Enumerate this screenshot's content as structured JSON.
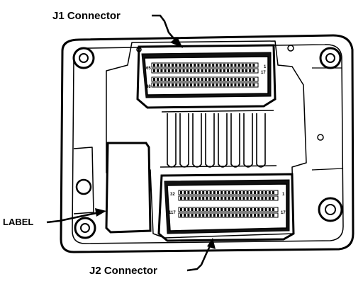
{
  "labels": {
    "j1": "J1 Connector",
    "j2": "J2 Connector",
    "label": "LABEL"
  },
  "pin_marks": {
    "j1_upper_left": "65",
    "j1_lower_left": "48",
    "j1_upper_right": "1",
    "j1_lower_right": "17",
    "j2_upper_left": "32",
    "j2_upper_right": "1",
    "j2_lower_left": "117",
    "j2_lower_right": "17"
  },
  "colors": {
    "ink": "#000000",
    "paper": "#ffffff"
  }
}
